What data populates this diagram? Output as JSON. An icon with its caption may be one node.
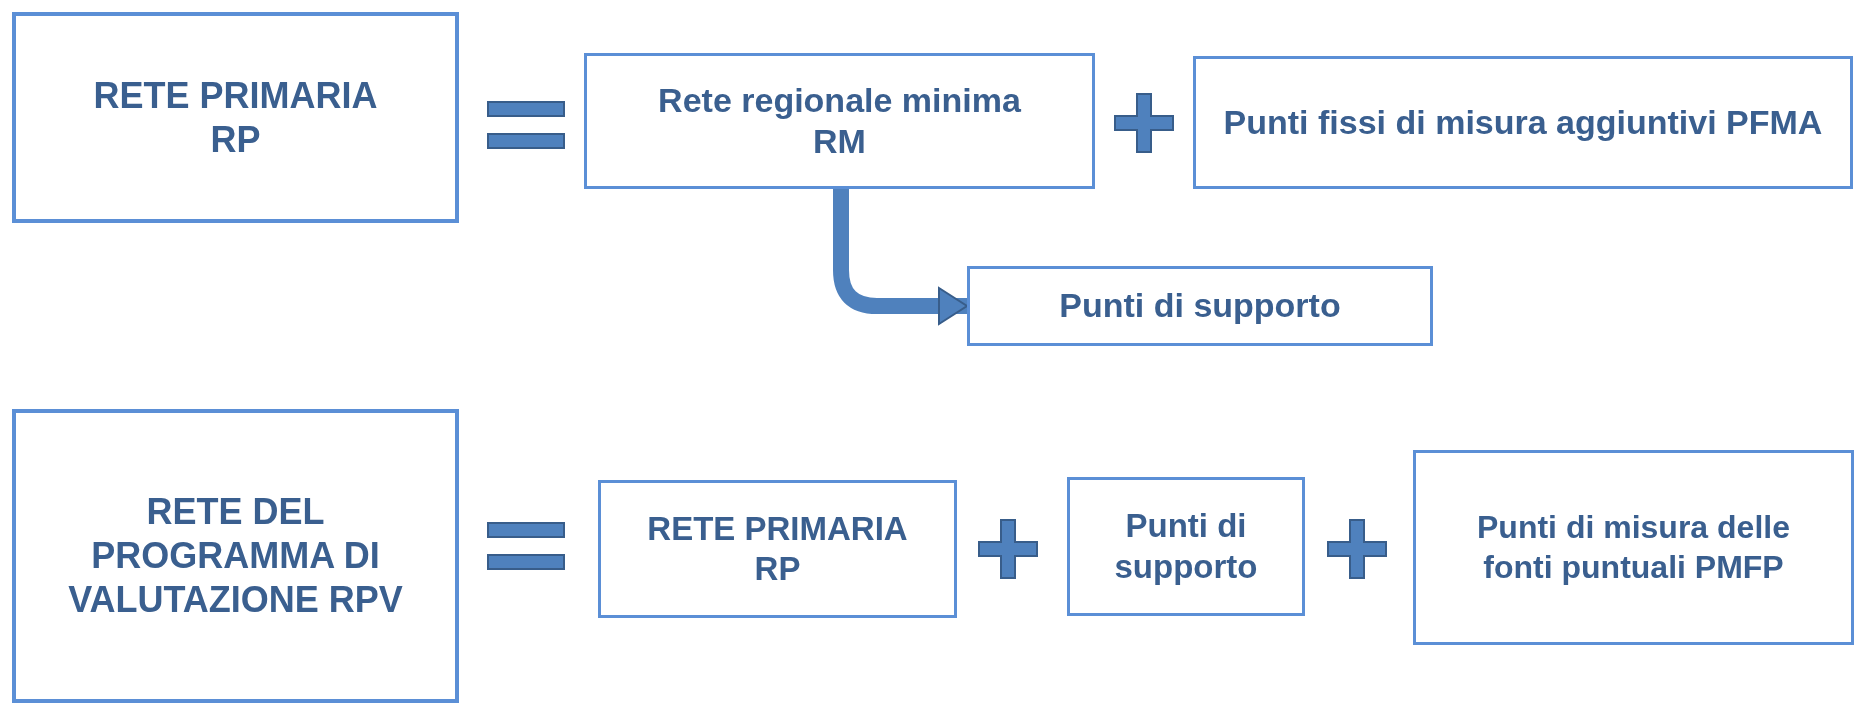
{
  "diagram": {
    "nodes": [
      {
        "text": [
          "RETE PRIMARIA RP"
        ]
      },
      {
        "text": [
          "Rete regionale minima RM"
        ]
      },
      {
        "text": [
          "Punti fissi di misura aggiuntivi PFMA"
        ]
      },
      {
        "text": [
          "Punti di supporto"
        ]
      },
      {
        "text": [
          "RETE DEL PROGRAMMA DI VALUTAZIONE RPV"
        ]
      },
      {
        "text": [
          "RETE PRIMARIA RP"
        ]
      },
      {
        "text": [
          "Punti di supporto"
        ]
      },
      {
        "text": [
          "Punti di misura delle fonti puntuali PMFP"
        ]
      }
    ],
    "edges": [
      {
        "from": 1,
        "to": 3,
        "arrow": "to"
      }
    ]
  }
}
